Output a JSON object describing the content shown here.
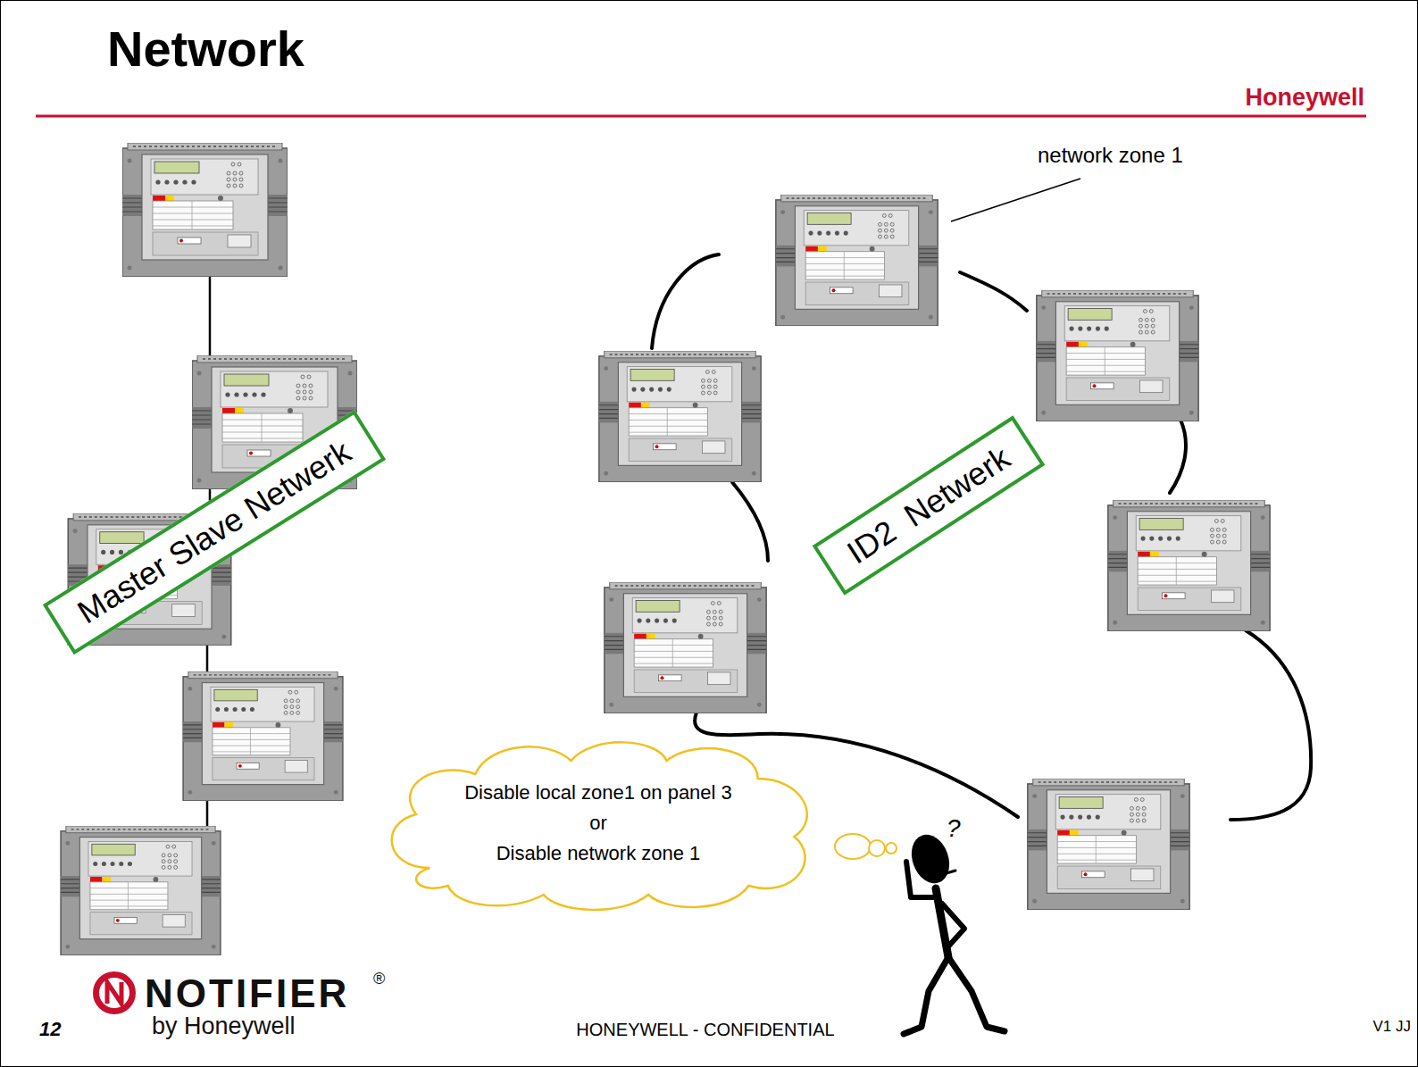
{
  "diagram": {
    "title": "Network",
    "nodes": [
      {
        "text": [
          "Master Slave Netwerk"
        ]
      },
      {
        "text": [
          "ID2  Netwerk"
        ]
      },
      {
        "text": [
          "Disable local zone1 on panel 3",
          "or",
          "Disable network zone 1"
        ]
      }
    ],
    "labels": [
      "Honeywell",
      "network zone 1",
      "?",
      "NOTIFIER",
      "®",
      "by Honeywell",
      "12",
      "HONEYWELL - CONFIDENTIAL",
      "V1 JJ"
    ]
  }
}
